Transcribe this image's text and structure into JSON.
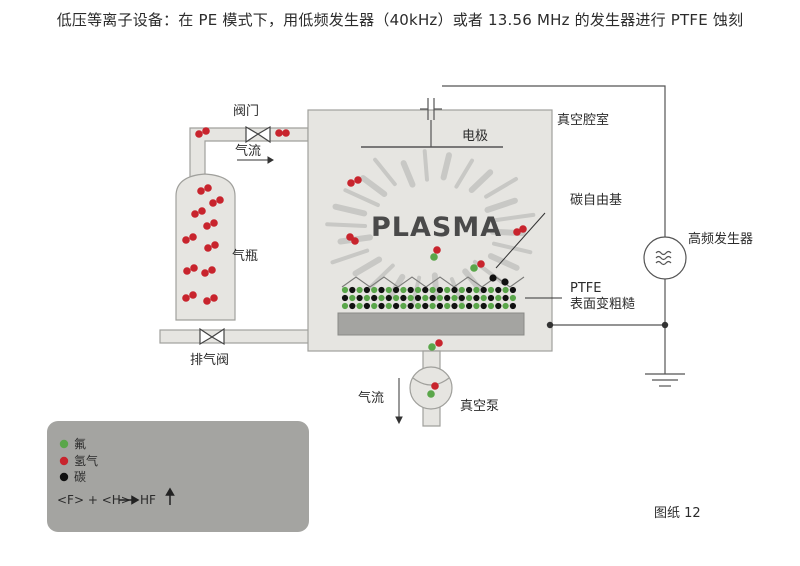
{
  "title": "低压等离子设备：在 PE 模式下，用低频发生器（40kHz）或者 13.56 MHz 的发生器进行 PTFE 蚀刻",
  "labels": {
    "valve": "阀门",
    "gas_flow_top": "气流",
    "gas_bottle": "气瓶",
    "exhaust_valve": "排气阀",
    "vacuum_chamber": "真空腔室",
    "electrode": "电极",
    "plasma": "PLASMA",
    "carbon_radical": "碳自由基",
    "ptfe_line1": "PTFE",
    "ptfe_line2": "表面变粗糙",
    "hf_generator": "高频发生器",
    "gas_flow_bottom": "气流",
    "vacuum_pump": "真空泵",
    "figure": "图纸 12"
  },
  "legend": {
    "items": [
      {
        "label": "氟",
        "color": "#5aa64a"
      },
      {
        "label": "氢气",
        "color": "#c8242d"
      },
      {
        "label": "碳",
        "color": "#111111"
      }
    ],
    "equation_left": "<F> + <H>",
    "equation_product": "HF"
  },
  "colors": {
    "fluorine": "#5aa64a",
    "hydrogen": "#c8242d",
    "carbon": "#111111",
    "panel_fill": "#e6e5e1",
    "outline": "#a0a09c",
    "plasma_rays": "#c8c8c5"
  }
}
